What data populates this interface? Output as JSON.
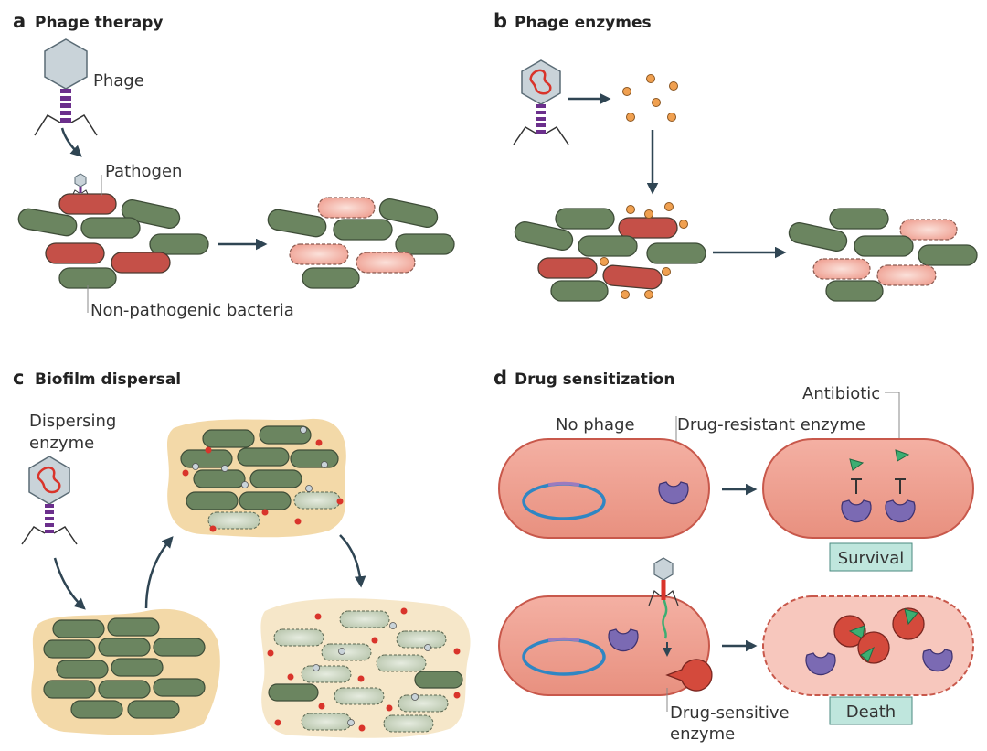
{
  "colors": {
    "bacterium_green": "#6b8560",
    "pathogen_red": "#c55048",
    "lysed_pink": "#f2b9ae",
    "phage_head": "#c9d3d9",
    "phage_tail": "#6b2f8c",
    "dna_red": "#d9342b",
    "enzyme_orange": "#f0a050",
    "biofilm_matrix": "#f3d9a8",
    "cell_body": "#ef9d8d",
    "plasmid_blue": "#2f86c3",
    "enzyme_purple": "#7b6ab3",
    "sensitive_enzyme": "#d44a3c",
    "antibiotic_green": "#3cae72",
    "label_box": "#bfe6dd",
    "arrow": "#2f4553"
  },
  "panels": {
    "a": {
      "letter": "a",
      "title": "Phage therapy",
      "labels": {
        "phage": "Phage",
        "pathogen": "Pathogen",
        "non_pathogenic": "Non-pathogenic bacteria"
      }
    },
    "b": {
      "letter": "b",
      "title": "Phage enzymes"
    },
    "c": {
      "letter": "c",
      "title": "Biofilm dispersal",
      "labels": {
        "dispersing_line1": "Dispersing",
        "dispersing_line2": "enzyme"
      }
    },
    "d": {
      "letter": "d",
      "title": "Drug sensitization",
      "labels": {
        "no_phage": "No phage",
        "drug_resistant": "Drug-resistant enzyme",
        "antibiotic": "Antibiotic",
        "survival": "Survival",
        "death": "Death",
        "drug_sensitive_line1": "Drug-sensitive",
        "drug_sensitive_line2": "enzyme"
      }
    }
  }
}
